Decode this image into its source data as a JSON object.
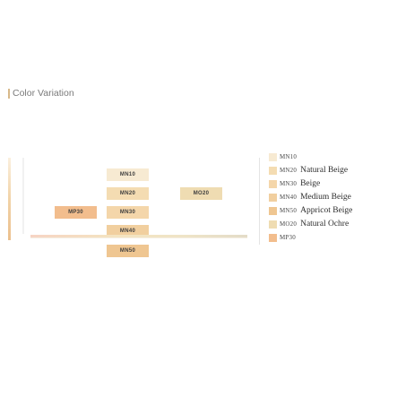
{
  "section": {
    "title": "Color Variation",
    "accent_color": "#d8b98a"
  },
  "swatches": [
    {
      "code": "MN10",
      "color": "#f7ead2"
    },
    {
      "code": "MN20",
      "color": "#f4dcb2"
    },
    {
      "code": "MO20",
      "color": "#efdcb2"
    },
    {
      "code": "MP30",
      "color": "#f2bd8d"
    },
    {
      "code": "MN30",
      "color": "#f4d6aa"
    },
    {
      "code": "MN40",
      "color": "#f1cf9f"
    },
    {
      "code": "MN50",
      "color": "#efc691"
    }
  ],
  "legend": [
    {
      "code": "MN10",
      "name": "",
      "color": "#f7ead2"
    },
    {
      "code": "MN20",
      "name": "Natural Beige",
      "color": "#f4dcb2"
    },
    {
      "code": "MN30",
      "name": "Beige",
      "color": "#f4d6aa"
    },
    {
      "code": "MN40",
      "name": "Medium Beige",
      "color": "#f1cf9f"
    },
    {
      "code": "MN50",
      "name": "Appricot Beige",
      "color": "#efc691"
    },
    {
      "code": "MO20",
      "name": "Natural Ochre",
      "color": "#efdcb2"
    },
    {
      "code": "MP30",
      "name": "",
      "color": "#f2bd8d"
    }
  ]
}
